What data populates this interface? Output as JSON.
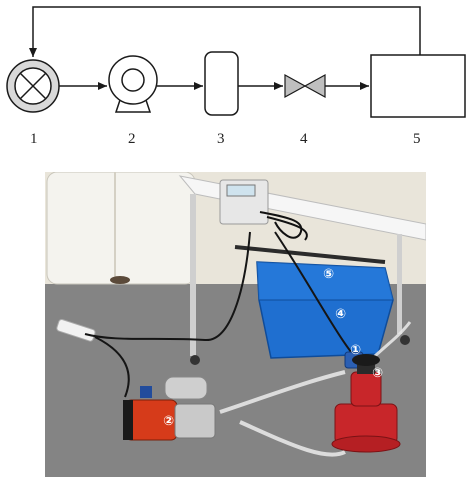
{
  "schematic": {
    "components": [
      {
        "id": "flowmeter",
        "number": "1",
        "icon": "flowmeter-symbol-icon"
      },
      {
        "id": "pump",
        "number": "2",
        "icon": "pump-symbol-icon"
      },
      {
        "id": "tank",
        "number": "3",
        "icon": "tank-symbol-icon"
      },
      {
        "id": "valve",
        "number": "4",
        "icon": "valve-symbol-icon"
      },
      {
        "id": "reservoir",
        "number": "5",
        "icon": "reservoir-symbol-icon"
      }
    ],
    "line_color": "#1a1a1a",
    "symbol_fill": "#d9d9d9"
  },
  "photo": {
    "markers": [
      {
        "id": "m1",
        "label": "①",
        "color": "#ffffff"
      },
      {
        "id": "m2",
        "label": "②",
        "color": "#ffffff"
      },
      {
        "id": "m3",
        "label": "③",
        "color": "#ffffff"
      },
      {
        "id": "m4",
        "label": "④",
        "color": "#ffffff"
      },
      {
        "id": "m5",
        "label": "⑤",
        "color": "#ffffff"
      }
    ],
    "colors": {
      "wall": "#f2efe6",
      "floor": "#7f7f7f",
      "basin": "#1c6fd1",
      "pump_body": "#d63b1a",
      "valve_body": "#c8262a"
    }
  }
}
